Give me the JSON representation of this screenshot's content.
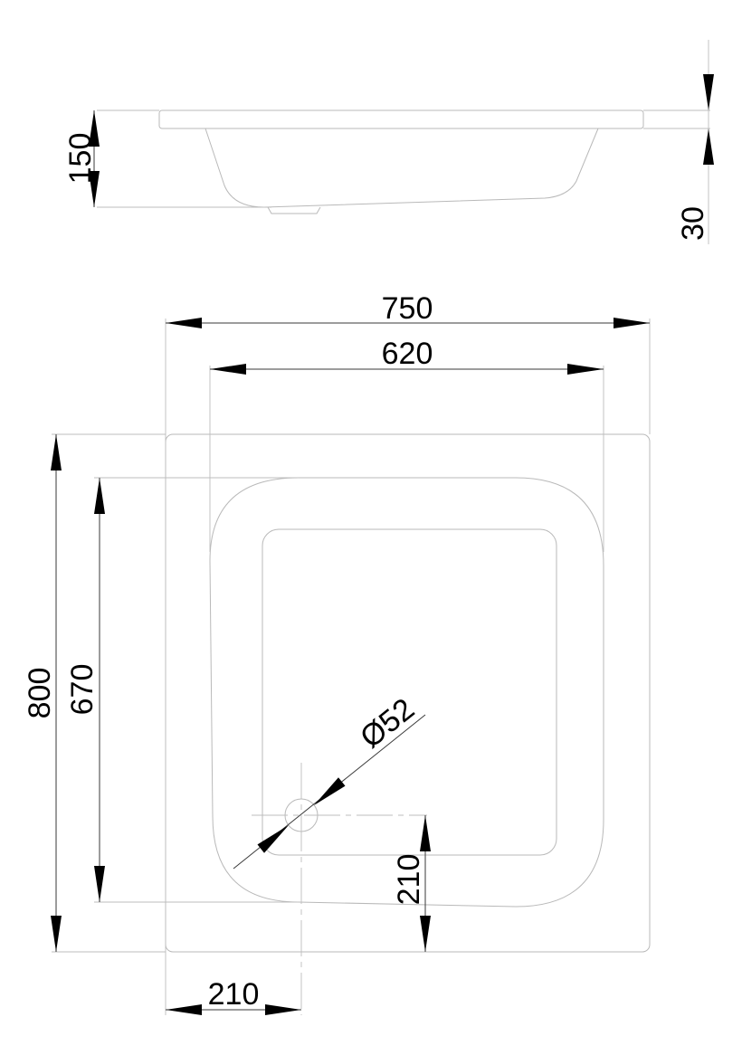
{
  "side_view": {
    "height_label": "150",
    "rim_label": "30"
  },
  "top_view": {
    "overall_width_label": "750",
    "inner_width_label": "620",
    "overall_length_label": "800",
    "inner_length_label": "670",
    "drain_diameter_label": "Ø52",
    "drain_offset_bottom_label": "210",
    "drain_offset_left_label": "210"
  }
}
